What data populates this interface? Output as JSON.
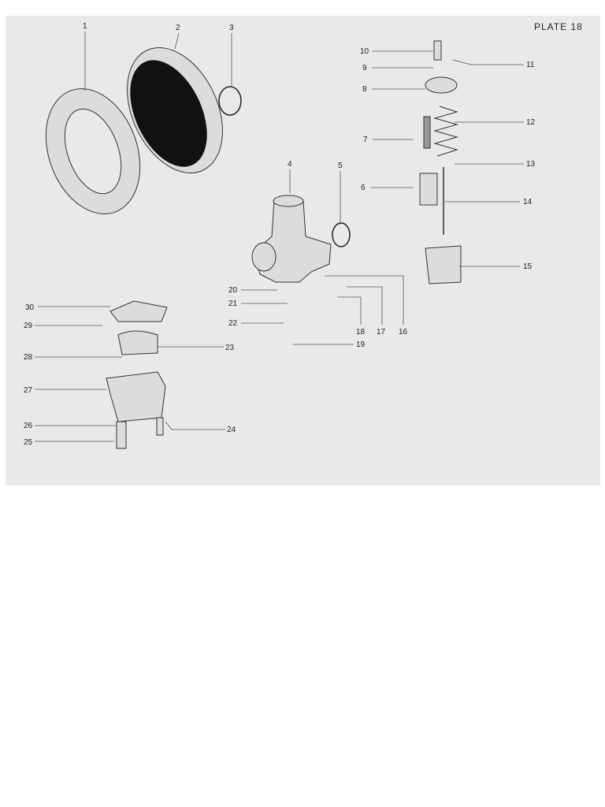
{
  "plate_title": "PLATE 18",
  "callouts": [
    "1",
    "2",
    "3",
    "4",
    "5",
    "6",
    "7",
    "8",
    "9",
    "10",
    "11",
    "12",
    "13",
    "14",
    "15",
    "16",
    "17",
    "18",
    "19",
    "20",
    "21",
    "22",
    "23",
    "24",
    "25",
    "26",
    "27",
    "28",
    "29",
    "30"
  ]
}
